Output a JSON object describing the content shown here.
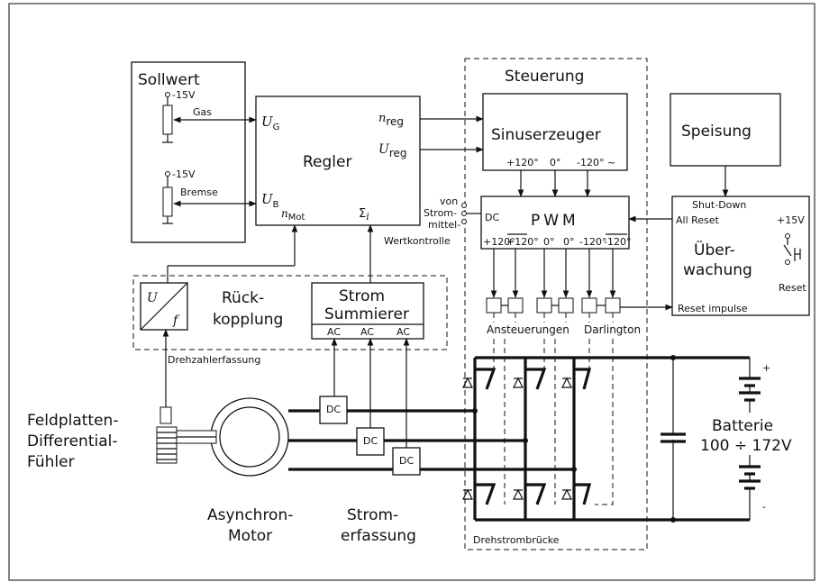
{
  "sollwert": {
    "title": "Sollwert",
    "v1": "-15V",
    "gas": "Gas",
    "v2": "-15V",
    "bremse": "Bremse"
  },
  "regler": {
    "title": "Regler",
    "ug_main": "U",
    "ug_sub": "G",
    "ub_main": "U",
    "ub_sub": "B",
    "nreg_main": "n",
    "nreg_sub": "reg",
    "ureg_main": "U",
    "ureg_sub": "reg",
    "nmot_main": "n",
    "nmot_sub": "Mot",
    "sigma_main": "Σ",
    "sigma_sub": "i"
  },
  "steuerung": {
    "title": "Steuerung",
    "sinus": "Sinuserzeuger",
    "phases": [
      "+120°",
      "0°",
      "-120° ~"
    ],
    "pwm": "PWM",
    "dc": "DC",
    "pwm_outputs": [
      "+120°",
      "+120°",
      "0°",
      "0°",
      "-120°",
      "-120°"
    ],
    "von_lines": [
      "von",
      "Strom-",
      "mittel-",
      "Wertkontrolle"
    ],
    "ansteuerungen": "Ansteuerungen",
    "darlington": "Darlington",
    "drehstrom": "Drehstrombrücke"
  },
  "speisung": {
    "title": "Speisung"
  },
  "ueberwachung": {
    "shutdown": "Shut-Down",
    "allreset": "All Reset",
    "title1": "Über-",
    "title2": "wachung",
    "plus15": "+15V",
    "reset": "Reset",
    "resetimp": "Reset impulse"
  },
  "rueck": {
    "title1": "Rück-",
    "title2": "kopplung",
    "u": "U",
    "f": "f",
    "drehzahl": "Drehzahlerfassung"
  },
  "strom": {
    "title1": "Strom",
    "title2": "Summierer",
    "ac": [
      "AC",
      "AC",
      "AC"
    ],
    "dc": [
      "DC",
      "DC",
      "DC"
    ]
  },
  "labels": {
    "feld1": "Feldplatten-",
    "feld2": "Differential-",
    "feld3": "Fühler",
    "asyn1": "Asynchron-",
    "asyn2": "Motor",
    "strom1": "Strom-",
    "strom2": "erfassung"
  },
  "batterie": {
    "title": "Batterie",
    "range": "100 ÷ 172V",
    "plus": "+",
    "minus": "-"
  }
}
